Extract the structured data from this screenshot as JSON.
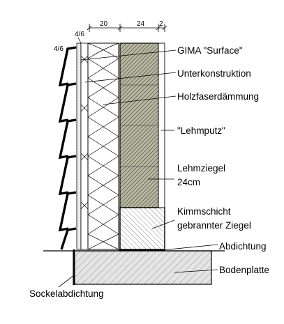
{
  "dimensions": {
    "top_a": "20",
    "top_b": "24",
    "top_c": "2",
    "side_a": "4/6",
    "side_b": "4/6"
  },
  "labels": {
    "gima": "GIMA \"Surface\"",
    "unterkonstruktion": "Unterkonstruktion",
    "holzfaser": "Holzfaserdämmung",
    "lehmputz": "\"Lehmputz\"",
    "lehmziegel_1": "Lehmziegel",
    "lehmziegel_2": "24cm",
    "kimm_1": "Kimmschicht",
    "kimm_2": "gebrannter Ziegel",
    "abdichtung": "Abdichtung",
    "bodenplatte": "Bodenplatte",
    "sockel": "Sockelabdichtung"
  }
}
